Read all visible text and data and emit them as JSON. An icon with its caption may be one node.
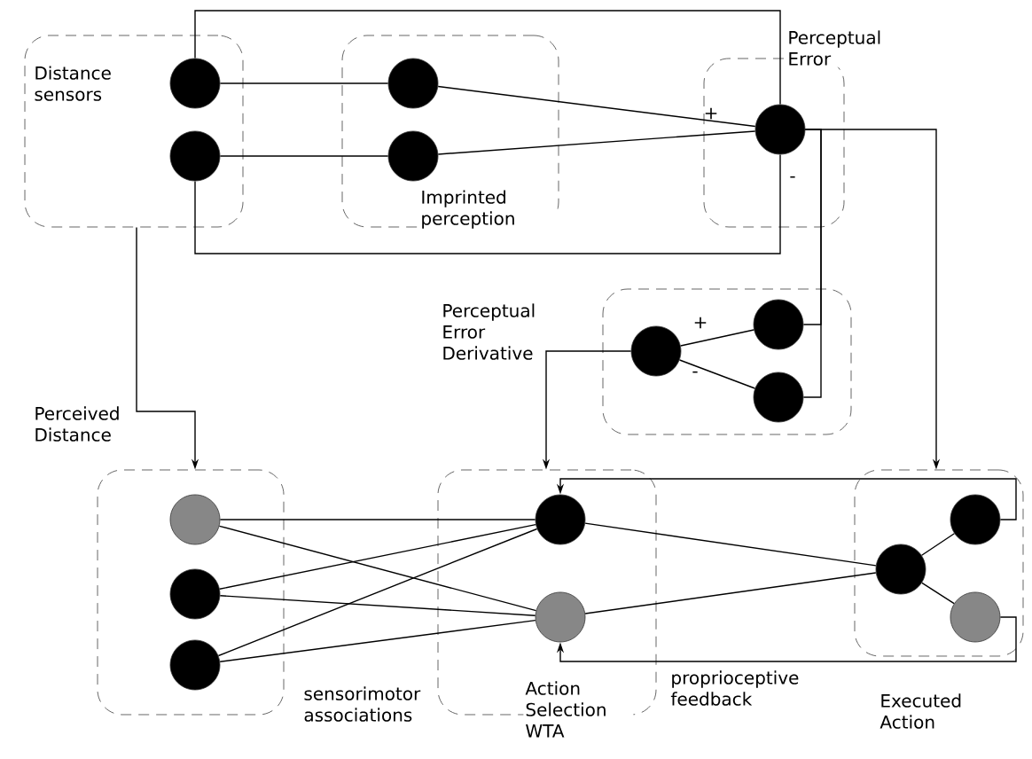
{
  "diagram": {
    "nodes": [
      {
        "text": [
          "Distance sensors"
        ]
      },
      {
        "text": [],
        "shape": "circle",
        "in": 0
      },
      {
        "text": [],
        "shape": "circle",
        "in": 0
      },
      {
        "text": [
          "Imprinted perception"
        ]
      },
      {
        "text": [],
        "shape": "circle",
        "in": 3
      },
      {
        "text": [],
        "shape": "circle",
        "in": 3
      },
      {
        "text": [
          "Perceptual Error"
        ]
      },
      {
        "text": [],
        "shape": "circle",
        "in": 6
      },
      {
        "text": [
          "Perceptual Error Derivative"
        ]
      },
      {
        "text": [],
        "shape": "circle",
        "in": 8
      },
      {
        "text": [],
        "shape": "circle",
        "in": 8
      },
      {
        "text": [],
        "shape": "circle",
        "in": 8
      },
      {
        "text": [
          "Perceived Distance"
        ]
      },
      {
        "text": [],
        "shape": "circle",
        "in": 12
      },
      {
        "text": [],
        "shape": "circle",
        "in": 12
      },
      {
        "text": [],
        "shape": "circle",
        "in": 12
      },
      {
        "text": [
          "Action Selection WTA"
        ]
      },
      {
        "text": [],
        "shape": "circle",
        "in": 16
      },
      {
        "text": [],
        "shape": "circle",
        "in": 16
      },
      {
        "text": [
          "Executed Action"
        ]
      },
      {
        "text": [],
        "shape": "circle",
        "in": 19
      },
      {
        "text": [],
        "shape": "circle",
        "in": 19
      },
      {
        "text": [],
        "shape": "circle",
        "in": 19
      }
    ],
    "edges": [
      {
        "from": 1,
        "to": 4,
        "arrow": "none"
      },
      {
        "from": 2,
        "to": 5,
        "arrow": "none"
      },
      {
        "from": 4,
        "to": 7,
        "arrow": "none"
      },
      {
        "from": 5,
        "to": 7,
        "arrow": "none"
      },
      {
        "from": 1,
        "to": 7,
        "arrow": "none"
      },
      {
        "from": 2,
        "to": 7,
        "arrow": "none"
      },
      {
        "from": 7,
        "to": 10,
        "arrow": "none"
      },
      {
        "from": 7,
        "to": 11,
        "arrow": "none"
      },
      {
        "from": 7,
        "to": 19,
        "arrow": "to"
      },
      {
        "from": 10,
        "to": 9,
        "arrow": "none"
      },
      {
        "from": 11,
        "to": 9,
        "arrow": "none"
      },
      {
        "from": 9,
        "to": 16,
        "arrow": "to"
      },
      {
        "from": 0,
        "to": 12,
        "arrow": "to"
      },
      {
        "from": 13,
        "to": 17,
        "arrow": "none"
      },
      {
        "from": 13,
        "to": 18,
        "arrow": "none"
      },
      {
        "from": 14,
        "to": 17,
        "arrow": "none"
      },
      {
        "from": 14,
        "to": 18,
        "arrow": "none"
      },
      {
        "from": 15,
        "to": 17,
        "arrow": "none"
      },
      {
        "from": 15,
        "to": 18,
        "arrow": "none"
      },
      {
        "from": 17,
        "to": 20,
        "arrow": "none"
      },
      {
        "from": 18,
        "to": 20,
        "arrow": "none"
      },
      {
        "from": 20,
        "to": 21,
        "arrow": "none"
      },
      {
        "from": 20,
        "to": 22,
        "arrow": "none"
      },
      {
        "from": 21,
        "to": 17,
        "arrow": "to"
      },
      {
        "from": 22,
        "to": 18,
        "arrow": "to",
        "label": "proprioceptive feedback"
      }
    ],
    "labels": [
      "+",
      "-",
      "+",
      "-",
      "sensorimotor associations"
    ]
  }
}
